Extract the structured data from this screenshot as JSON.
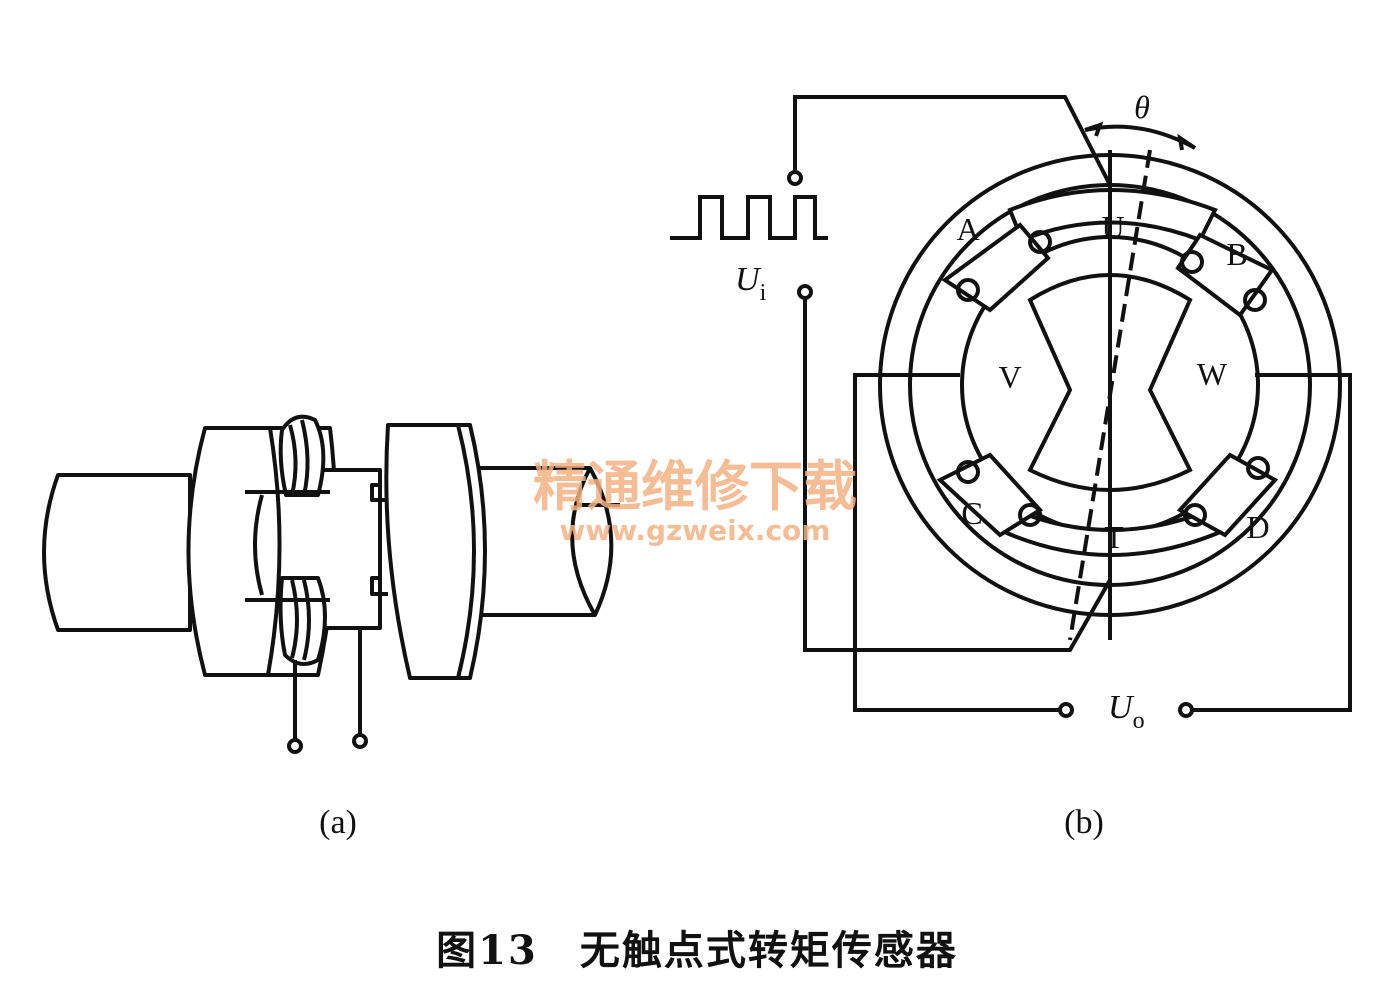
{
  "figure": {
    "caption": "图13　无触点式转矩传感器",
    "panel_a_label": "(a)",
    "panel_b_label": "(b)"
  },
  "panel_b": {
    "pole_labels": {
      "A": "A",
      "B": "B",
      "C": "C",
      "D": "D",
      "U": "U",
      "T": "T",
      "V": "V",
      "W": "W"
    },
    "input_label": {
      "base": "U",
      "subscript": "i"
    },
    "output_label": {
      "base": "U",
      "subscript": "o"
    },
    "angle_label": "θ"
  },
  "watermark": {
    "title": "精通维修下载",
    "url": "www.gzweix.com",
    "color": "#f4b183"
  }
}
